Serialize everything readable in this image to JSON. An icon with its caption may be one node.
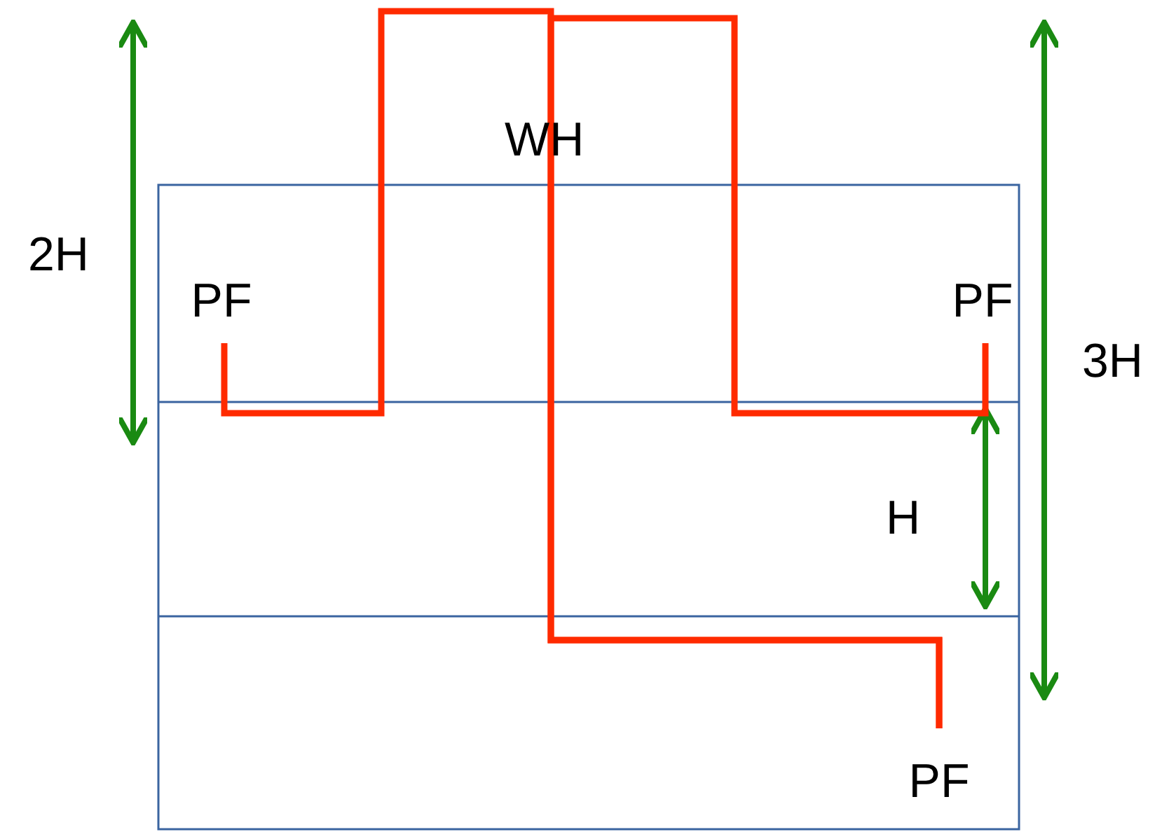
{
  "diagram": {
    "nodes": [
      {
        "text": [
          "PF"
        ]
      },
      {
        "text": [
          "PF"
        ]
      },
      {
        "text": [
          "PF"
        ]
      }
    ],
    "edges": [
      {
        "from": 0,
        "to": 2,
        "arrow": "none",
        "color": "#ff2a00"
      },
      {
        "from": 1,
        "to": 2,
        "arrow": "none",
        "color": "#ff2a00"
      }
    ],
    "labels": [
      "WH",
      "2H",
      "H",
      "3H"
    ]
  }
}
